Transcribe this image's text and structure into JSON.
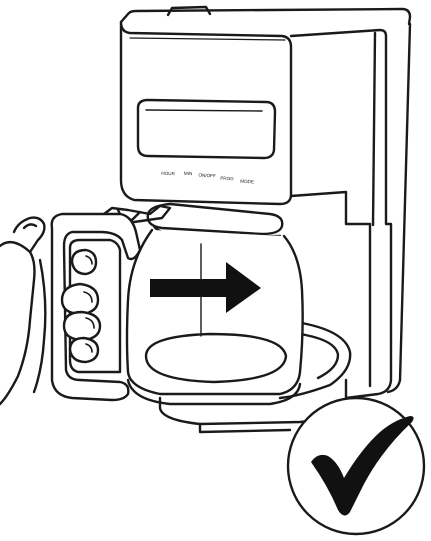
{
  "illustration": {
    "panel_buttons": [
      {
        "id": "hour",
        "label": "HOUR"
      },
      {
        "id": "min",
        "label": "MIN"
      },
      {
        "id": "onoff",
        "label": "ON/OFF"
      },
      {
        "id": "prog",
        "label": "PROG"
      },
      {
        "id": "mode",
        "label": "MODE"
      }
    ],
    "arrow_direction": "right",
    "check_mark": "confirmed",
    "colors": {
      "stroke": "#1a1a1a",
      "fill": "#ffffff",
      "arrow": "#111111"
    }
  }
}
